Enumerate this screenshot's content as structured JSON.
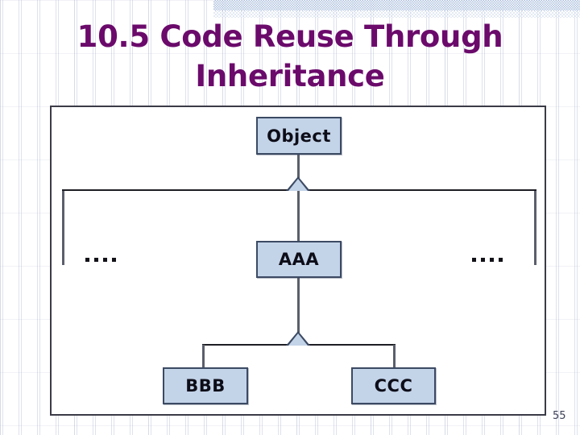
{
  "slide": {
    "title_line1": "10.5 Code Reuse Through",
    "title_line2": "Inheritance",
    "title_color": "#6b0a6b",
    "page_number": "55",
    "background_color": "#ffffff"
  },
  "diagram": {
    "type": "uml-class-inheritance",
    "box_fill_color": "#c3d3e8",
    "box_border_color": "#3c4a63",
    "connector_color": "#5a5f6b",
    "frame_border_color": "#3b3b47",
    "nodes": [
      {
        "id": "object",
        "label": "Object",
        "level": 0
      },
      {
        "id": "aaa",
        "label": "AAA",
        "level": 1
      },
      {
        "id": "bbb",
        "label": "BBB",
        "level": 2
      },
      {
        "id": "ccc",
        "label": "CCC",
        "level": 2
      }
    ],
    "edges": [
      {
        "from": "aaa",
        "to": "object",
        "kind": "generalization"
      },
      {
        "from": "bbb",
        "to": "aaa",
        "kind": "generalization"
      },
      {
        "from": "ccc",
        "to": "aaa",
        "kind": "generalization"
      }
    ],
    "ellipsis_left": "....",
    "ellipsis_right": "....",
    "ellipsis_meaning": "other subclasses of Object omitted"
  }
}
